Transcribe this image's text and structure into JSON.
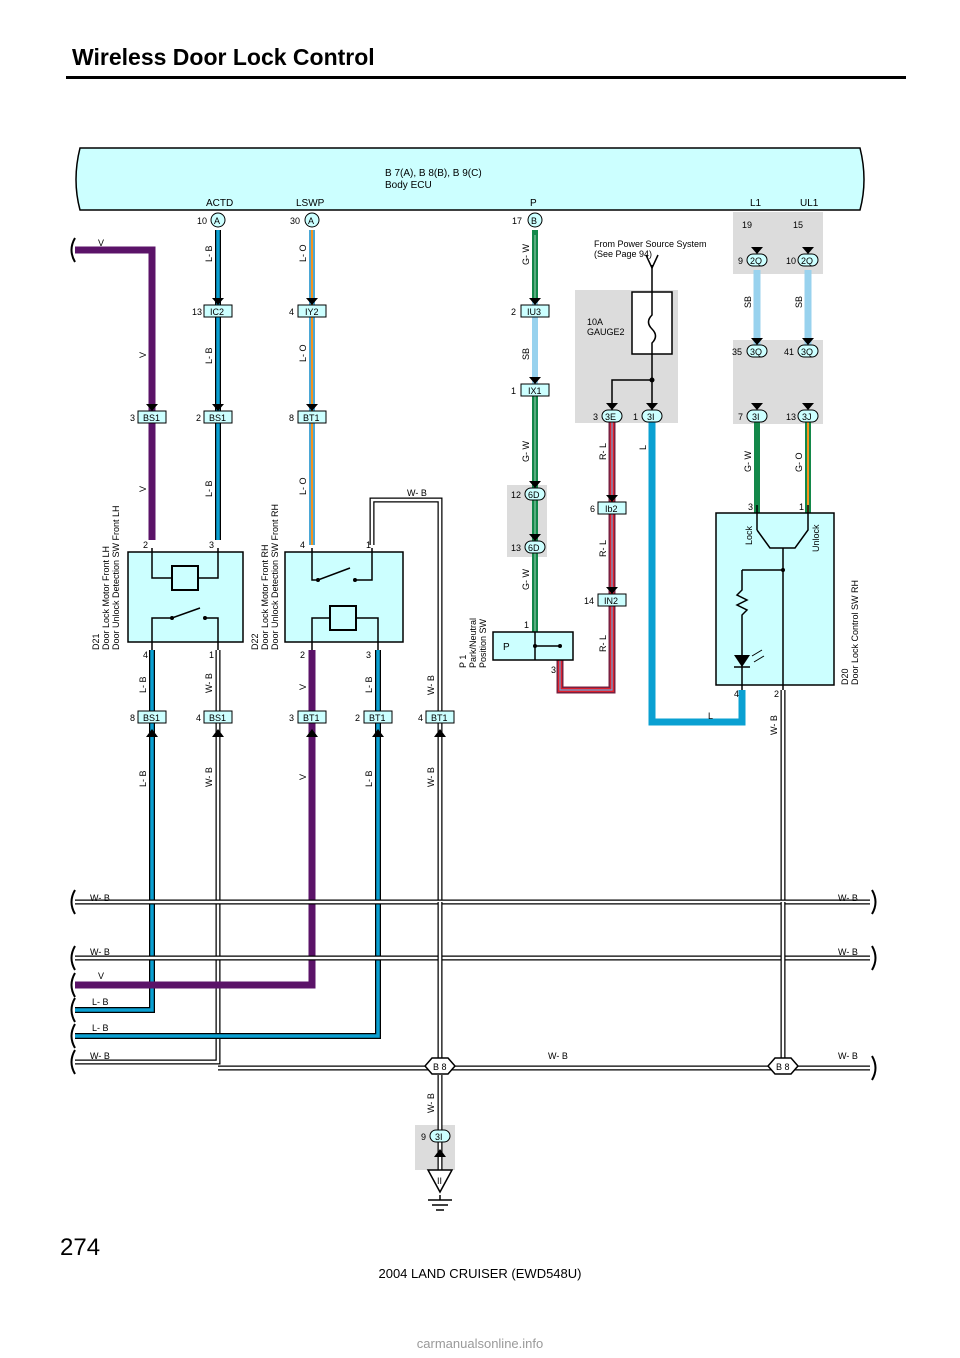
{
  "page": {
    "title": "Wireless Door Lock Control",
    "page_number": "274",
    "footer": "2004 LAND CRUISER (EWD548U)",
    "watermark": "carmanualsonline.info"
  },
  "ecu": {
    "line1": "B 7(A), B 8(B), B 9(C)",
    "line2": "Body ECU",
    "pins": [
      "ACTD",
      "LSWP",
      "P",
      "L1",
      "UL1"
    ]
  },
  "power_source": {
    "line1": "From Power Source System",
    "line2": "(See Page 94)",
    "fuse_amp": "10A",
    "fuse_name": "GAUGE2"
  },
  "components": {
    "d21": [
      "D21",
      "Door Lock Motor Front LH",
      "Door Unlock Detection SW Front LH"
    ],
    "d22": [
      "D22",
      "Door Lock Motor Front RH",
      "Door Unlock Detection SW Front RH"
    ],
    "p1": [
      "P 1",
      "Park/Neutral",
      "Position SW"
    ],
    "d20": [
      "D20",
      "Door Lock Control SW RH"
    ],
    "lock": "Lock",
    "unlock": "Unlock",
    "p_contact": "P"
  },
  "connectors": {
    "a": "A",
    "b": "B",
    "ic2": "IC2",
    "iy2": "IY2",
    "iu3": "IU3",
    "ix1": "IX1",
    "bs1": "BS1",
    "bt1": "BT1",
    "six_d": "6D",
    "three_e": "3E",
    "three_i": "3I",
    "ib2": "Ib2",
    "in2": "IN2",
    "two_q": "2Q",
    "three_q": "3Q",
    "three_j": "3J",
    "b8": "B 8",
    "ground": "II"
  },
  "wire_colors": {
    "V": "V",
    "LB": "L- B",
    "LO": "L- O",
    "GW": "G- W",
    "SB": "SB",
    "WB": "W- B",
    "RL": "R- L",
    "L": "L",
    "GO": "G- O"
  },
  "colors": {
    "violet": "#5b1368",
    "blue": "#0aa0d2",
    "light_blue": "#98d2ee",
    "green": "#13884a",
    "orange": "#f7941d",
    "red": "#e0202c",
    "ecu_fill": "#ccffff",
    "shade": "#dcdcdc"
  }
}
